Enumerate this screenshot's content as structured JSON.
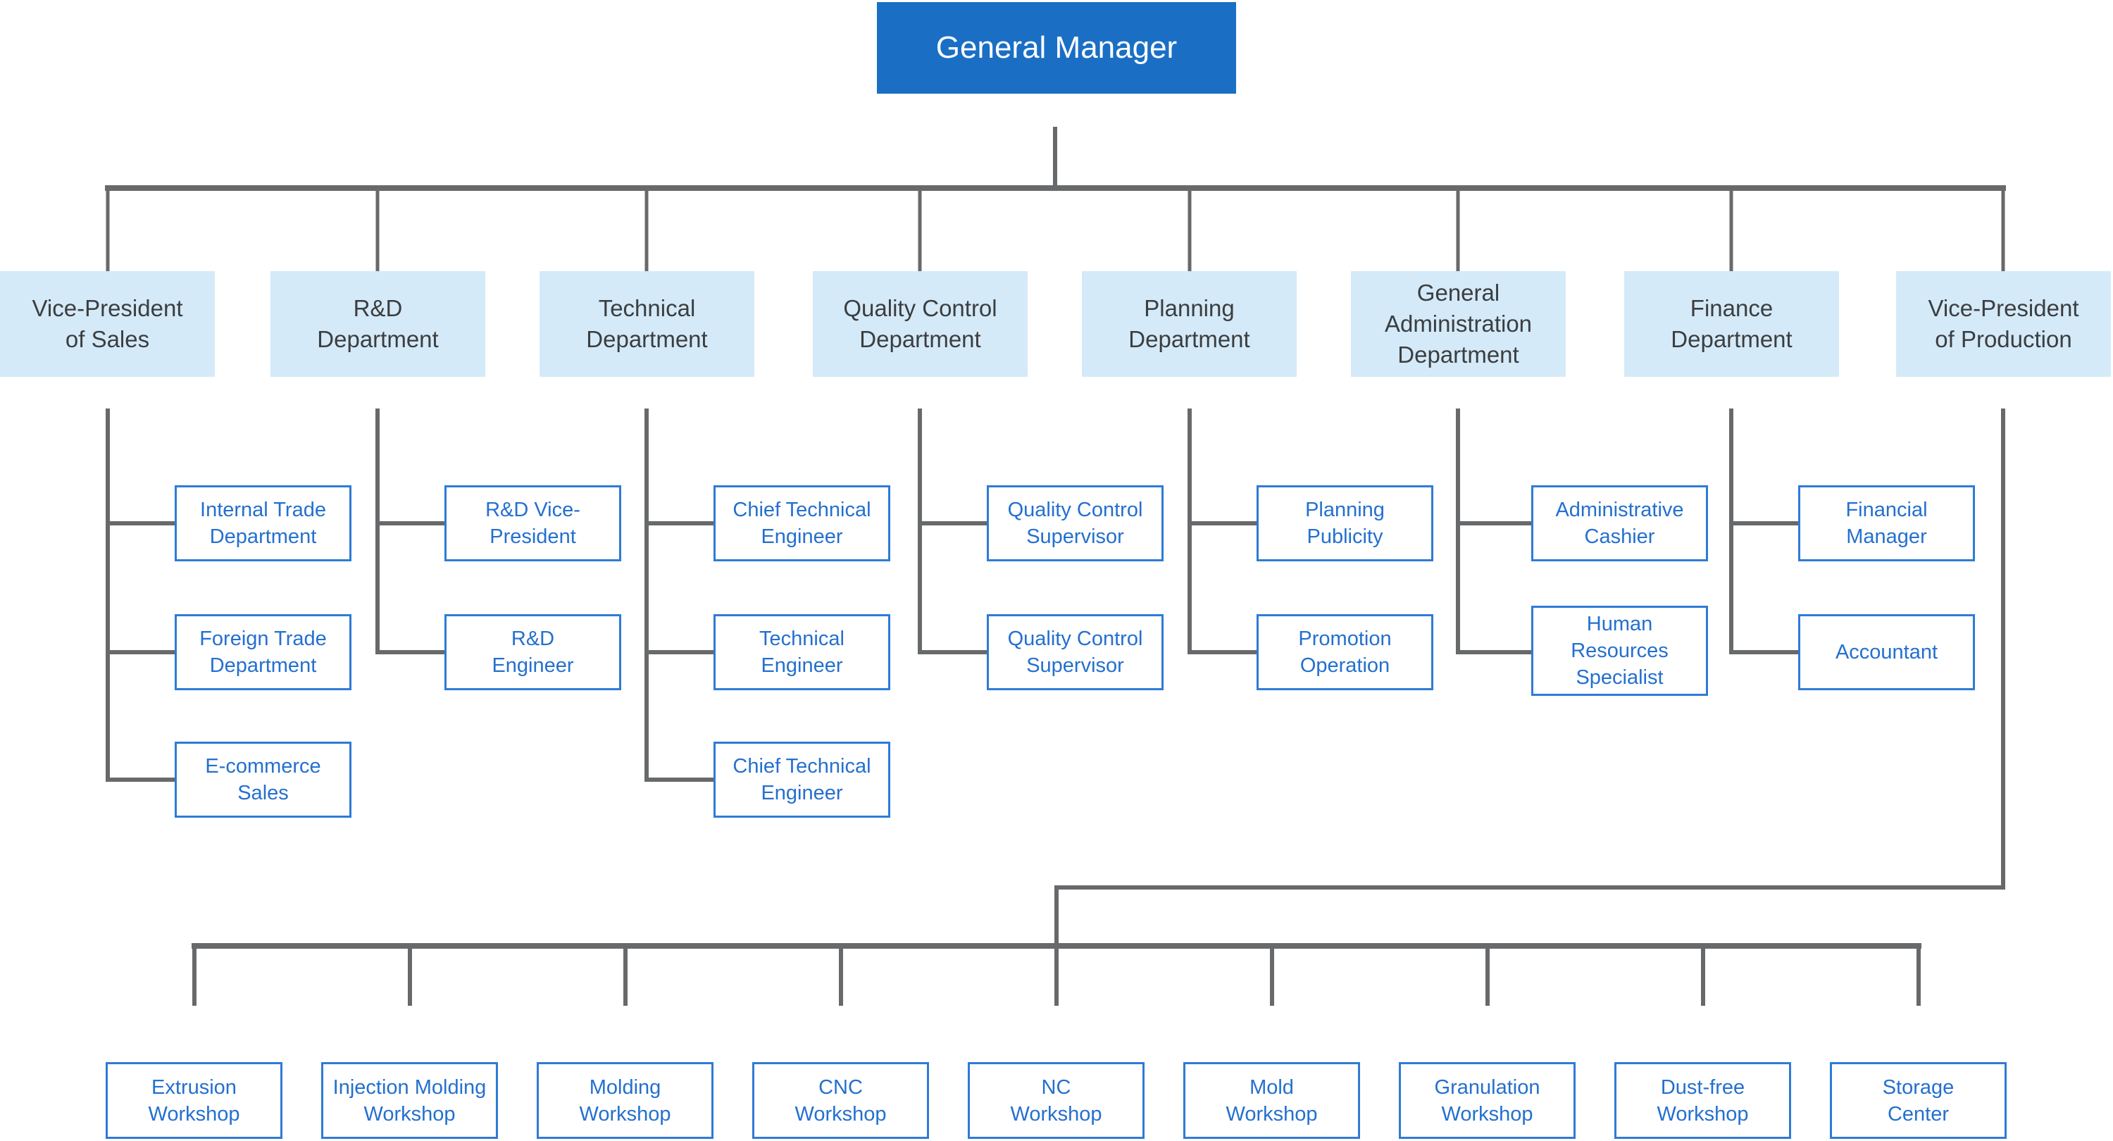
{
  "chart": {
    "type": "org-chart",
    "root": {
      "label": "General Manager"
    },
    "departments": [
      {
        "label": "Vice-President of Sales",
        "children": [
          "Internal Trade Department",
          "Foreign Trade Department",
          "E-commerce Sales"
        ]
      },
      {
        "label": "R&D Department",
        "children": [
          "R&D Vice-President",
          "R&D Engineer"
        ]
      },
      {
        "label": "Technical Department",
        "children": [
          "Chief Technical Engineer",
          "Technical Engineer",
          "Chief Technical Engineer"
        ]
      },
      {
        "label": "Quality Control Department",
        "children": [
          "Quality Control Supervisor",
          "Quality Control Supervisor"
        ]
      },
      {
        "label": "Planning Department",
        "children": [
          "Planning Publicity",
          "Promotion Operation"
        ]
      },
      {
        "label": "General Administration Department",
        "children": [
          "Administrative Cashier",
          "Human Resources Specialist"
        ]
      },
      {
        "label": "Finance Department",
        "children": [
          "Financial Manager",
          "Accountant"
        ]
      },
      {
        "label": "Vice-President of Production",
        "children": []
      }
    ],
    "production_units": [
      "Extrusion Workshop",
      "Injection Molding Workshop",
      "Molding Workshop",
      "CNC Workshop",
      "NC Workshop",
      "Mold Workshop",
      "Granulation Workshop",
      "Dust-free Workshop",
      "Storage Center"
    ],
    "colors": {
      "root_fill": "#1A6FC4",
      "root_text": "#FFFFFF",
      "department_fill": "#D5EAF8",
      "department_text": "#3B3E40",
      "leaf_border": "#2E7BD6",
      "leaf_text": "#2470CE",
      "connector": "#67696B"
    }
  }
}
